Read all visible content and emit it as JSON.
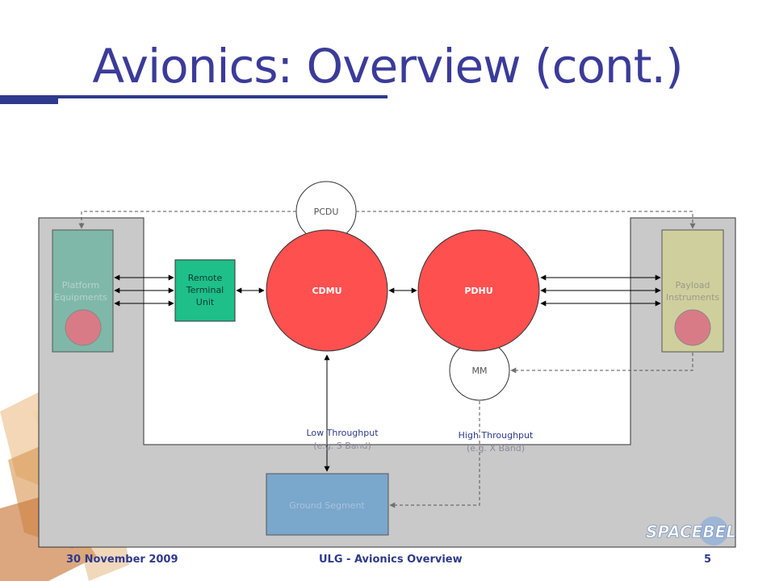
{
  "slide": {
    "title": "Avionics: Overview (cont.)",
    "footer_left": "30 November 2009",
    "footer_center": "ULG - Avionics Overview",
    "page_number": "5",
    "logo_text": "SPACEBEL"
  },
  "diagram": {
    "pcdu": "PCDU",
    "cdmu": "CDMU",
    "pdhu": "PDHU",
    "mm": "MM",
    "rtu": [
      "Remote",
      "Terminal",
      "Unit"
    ],
    "platform": [
      "Platform",
      "Equipments"
    ],
    "payload": [
      "Payload",
      "Instruments"
    ],
    "low_tp": [
      "Low Throughput",
      "(e.g. S Band)"
    ],
    "high_tp": [
      "High Throughput",
      "(e.g. X Band)"
    ],
    "ground": "Ground Segment"
  },
  "colors": {
    "title": "#3b3b9a",
    "frame": "#c9c9c9",
    "cdmu": "#ff5050",
    "rtu": "#1fbf8a",
    "platform": "#7fb8a8",
    "payload": "#cfcf9e",
    "ground": "#7aa7cc"
  }
}
